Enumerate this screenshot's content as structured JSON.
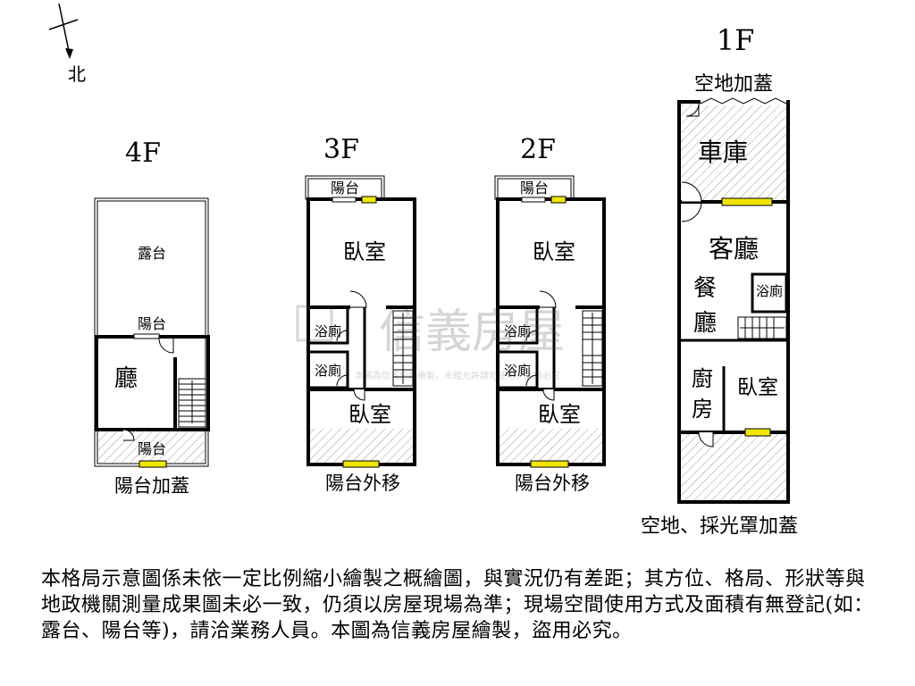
{
  "compass": {
    "label": "北"
  },
  "floors": {
    "f4": {
      "title": "4F",
      "rooms": {
        "terrace": "露台",
        "balcony_mid": "陽台",
        "living": "廳",
        "balcony_bottom": "陽台"
      },
      "note": "陽台加蓋"
    },
    "f3": {
      "title": "3F",
      "rooms": {
        "balcony": "陽台",
        "bedroom_top": "臥室",
        "bath_1": "浴廁",
        "bath_2": "浴廁",
        "bedroom_bottom": "臥室"
      },
      "note": "陽台外移"
    },
    "f2": {
      "title": "2F",
      "rooms": {
        "balcony": "陽台",
        "bedroom_top": "臥室",
        "bath_1": "浴廁",
        "bath_2": "浴廁",
        "bedroom_bottom": "臥室"
      },
      "note": "陽台外移"
    },
    "f1": {
      "title": "1F",
      "note_top": "空地加蓋",
      "rooms": {
        "garage": "車庫",
        "living": "客廳",
        "dining_1": "餐",
        "dining_2": "廳",
        "bath": "浴廁",
        "kitchen_1": "廚",
        "kitchen_2": "房",
        "bedroom": "臥室"
      },
      "note_bottom": "空地、採光罩加蓋"
    }
  },
  "watermark": {
    "brand": "信義房屋",
    "small": "本圖為信義房屋繪製，未經允許請勿使用，盜用必究"
  },
  "disclaimer": "本格局示意圖係未依一定比例縮小繪製之概繪圖，與實況仍有差距；其方位、格局、形狀等與地政機關測量成果圖未必一致，仍須以房屋現場為準；現場空間使用方式及面積有無登記(如：露台、陽台等)，請洽業務人員。本圖為信義房屋繪製，盜用必究。",
  "colors": {
    "wall": "#000000",
    "window": "#f2e600",
    "hatch": "#9a9a9a"
  }
}
